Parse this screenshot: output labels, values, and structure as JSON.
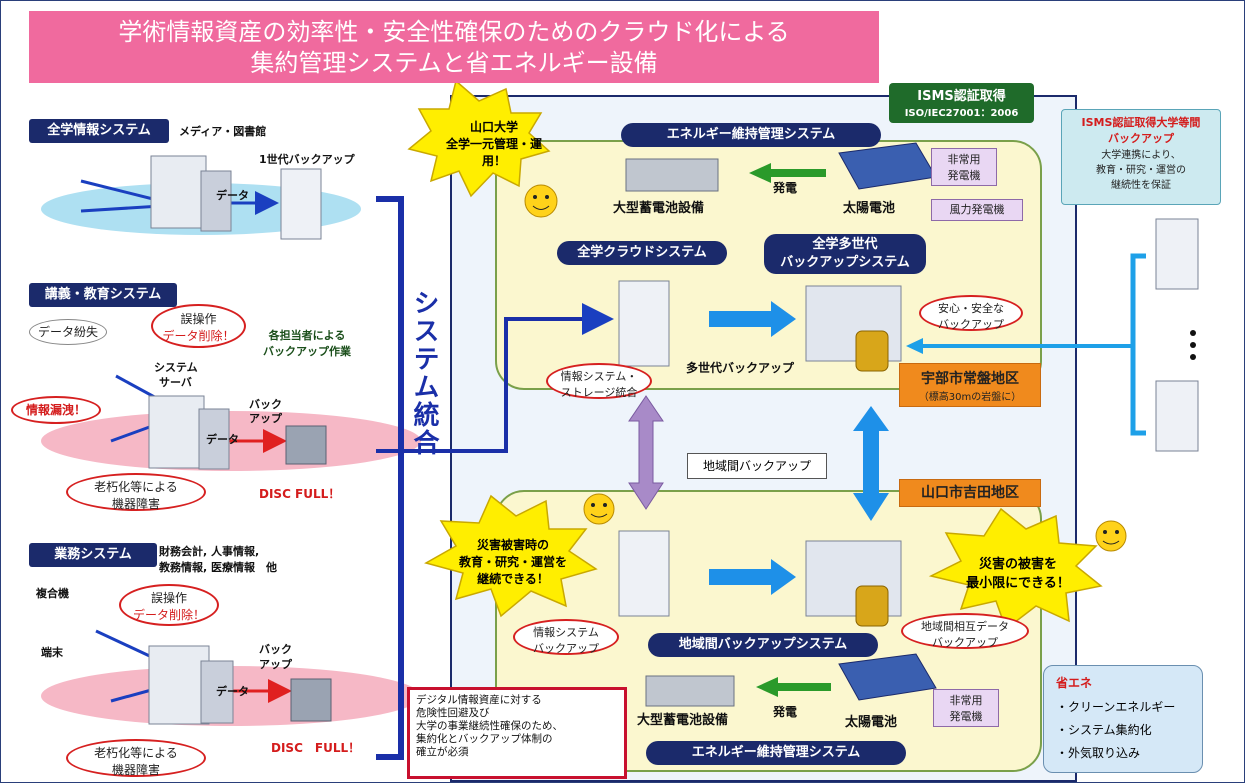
{
  "title": {
    "line1": "学術情報資産の効率性・安全性確保のためのクラウド化による",
    "line2": "集約管理システムと省エネルギー設備"
  },
  "left": {
    "sys1": {
      "label": "全学情報システム",
      "subtitle": "メディア・図書館",
      "backup": "1世代バックアップ",
      "data": "データ"
    },
    "sys2": {
      "label": "講義・教育システム",
      "loss": "データ紛失",
      "misop1": "誤操作",
      "misop2": "データ削除！",
      "manual": "各担当者による\nバックアップ作業",
      "server1": "システム",
      "server2": "サーバ",
      "leak": "情報漏洩！",
      "backup1": "バック",
      "backup2": "アップ",
      "data": "データ",
      "aging": "老朽化等による\n機器障害",
      "disc": "DISC FULL！"
    },
    "sys3": {
      "label": "業務システム",
      "subtitle1": "財務会計, 人事情報,",
      "subtitle2": "教務情報, 医療情報　他",
      "mfp": "複合機",
      "misop1": "誤操作",
      "misop2": "データ削除！",
      "terminal": "端末",
      "backup1": "バック",
      "backup2": "アップ",
      "data": "データ",
      "aging": "老朽化等による\n機器障害",
      "disc": "DISC　FULL！"
    }
  },
  "integration": "システム統合",
  "center": {
    "burst_top": "山口大学\n全学一元管理・運用！",
    "isms_title": "ISMS認証取得",
    "isms_std": "ISO/IEC27001：2006",
    "energy_top": "エネルギー維持管理システム",
    "battery_top": "大型蓄電池設備",
    "gen_top": "発電",
    "solar_top": "太陽電池",
    "emergency_top": "非常用\n発電機",
    "wind": "風力発電機",
    "cloud": "全学クラウドシステム",
    "multigen": "全学多世代\nバックアップシステム",
    "safe": "安心・安全な\nバックアップ",
    "integrate": "情報システム・\nストレージ統合",
    "multigen_backup": "多世代バックアップ",
    "ube": "宇部市常盤地区",
    "ube_sub": "（標高30mの岩盤に）",
    "regional": "地域間バックアップ",
    "yamaguchi": "山口市吉田地区",
    "burst_left": "災害被害時の\n教育・研究・運営を\n継続できる！",
    "burst_right": "災害の被害を\n最小限にできる！",
    "info_backup": "情報システム\nバックアップ",
    "mutual": "地域間相互データ\nバックアップ",
    "regional_sys": "地域間バックアップシステム",
    "battery_bot": "大型蓄電池設備",
    "gen_bot": "発電",
    "solar_bot": "太陽電池",
    "emergency_bot": "非常用\n発電機",
    "energy_bot": "エネルギー維持管理システム",
    "note": "デジタル情報資産に対する\n危険性回避及び\n大学の事業継続性確保のため、\n集約化とバックアップ体制の\n確立が必須"
  },
  "right": {
    "isms_univ": "ISMS認証取得大学等間\nバックアップ",
    "isms_desc": "大学連携により、\n教育・研究・運営の\n継続性を保証",
    "eco_title": "省エネ",
    "eco_items": [
      "・クリーンエネルギー",
      "・システム集約化",
      "・外気取り込み"
    ]
  },
  "colors": {
    "navy": "#1b2a6b",
    "pink": "#f06a9e",
    "cloudBlue": "#1e90e8",
    "orange": "#f08a1d",
    "yellowPanel": "#fbf7cf"
  }
}
